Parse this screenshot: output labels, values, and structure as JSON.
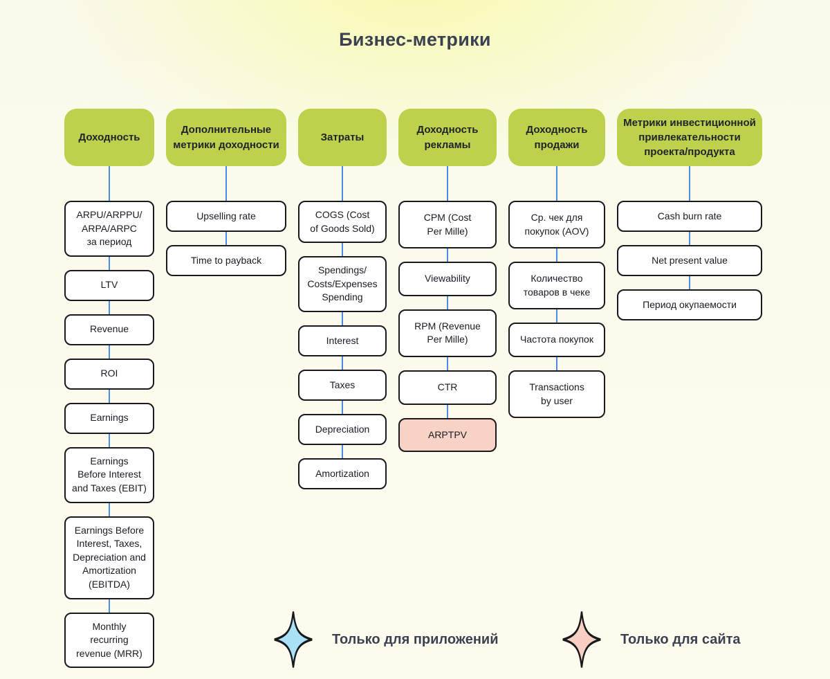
{
  "title": "Бизнес-метрики",
  "colors": {
    "header_green": "#bed14c",
    "node_white": "#ffffff",
    "node_pink": "#f8d2c4",
    "connector_blue": "#4a8be6",
    "star_outline": "#17191d",
    "text_dark": "#20242b"
  },
  "columns": [
    {
      "header": "Доходность",
      "nodes": [
        {
          "label": "ARPU/ARPPU/\nARPA/ARPC\nза период"
        },
        {
          "label": "LTV"
        },
        {
          "label": "Revenue"
        },
        {
          "label": "ROI"
        },
        {
          "label": "Earnings"
        },
        {
          "label": "Earnings\nBefore Interest\nand Taxes (EBIT)"
        },
        {
          "label": "Earnings Before\nInterest, Taxes,\nDepreciation and\nAmortization\n(EBITDA)"
        },
        {
          "label": "Monthly\nrecurring\nrevenue (MRR)"
        }
      ]
    },
    {
      "header": "Дополнительные\nметрики доходности",
      "nodes": [
        {
          "label": "Upselling rate"
        },
        {
          "label": "Time to payback"
        }
      ]
    },
    {
      "header": "Затраты",
      "nodes": [
        {
          "label": "COGS (Cost\nof Goods Sold)"
        },
        {
          "label": "Spendings/\nCosts/Expenses\nSpending"
        },
        {
          "label": "Interest"
        },
        {
          "label": "Taxes"
        },
        {
          "label": "Depreciation"
        },
        {
          "label": "Amortization"
        }
      ]
    },
    {
      "header": "Доходность\nрекламы",
      "nodes": [
        {
          "label": "CPM (Cost\nPer Mille)"
        },
        {
          "label": "Viewability"
        },
        {
          "label": "RPM (Revenue\nPer Mille)"
        },
        {
          "label": "CTR"
        },
        {
          "label": "ARPTPV",
          "highlight": "site-only-pink"
        }
      ]
    },
    {
      "header": "Доходность\nпродажи",
      "nodes": [
        {
          "label": "Ср. чек для\nпокупок (AOV)"
        },
        {
          "label": "Количество\nтоваров в чеке"
        },
        {
          "label": "Частота покупок"
        },
        {
          "label": "Transactions\nby user"
        }
      ]
    },
    {
      "header": "Метрики инвестиционной\nпривлекательности\nпроекта/продукта",
      "nodes": [
        {
          "label": "Cash burn rate"
        },
        {
          "label": "Net present value"
        },
        {
          "label": "Период окупаемости"
        }
      ]
    }
  ],
  "legend": [
    {
      "id": "apps",
      "icon": "four-point-star-icon",
      "fill": "#abe1f6",
      "label": "Только для приложений"
    },
    {
      "id": "site",
      "icon": "four-point-star-icon",
      "fill": "#f8cfc0",
      "label": "Только для сайта"
    }
  ]
}
